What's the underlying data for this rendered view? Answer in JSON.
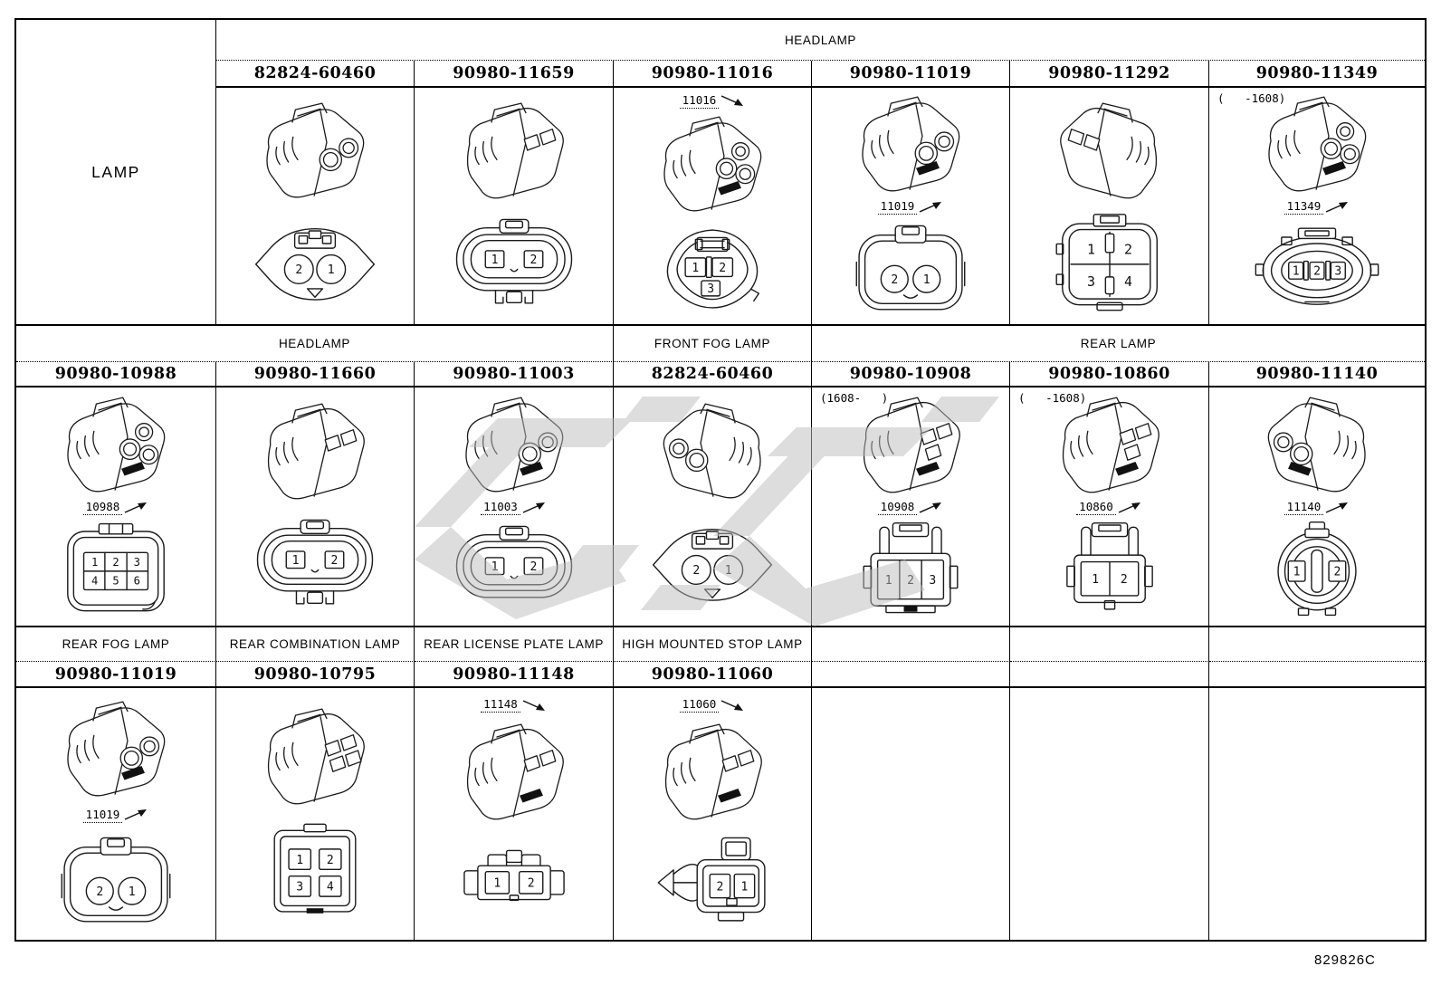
{
  "doc_code": "829826C",
  "row_label": "LAMP",
  "bands": [
    {
      "headers": [
        {
          "label": "HEADLAMP",
          "span": 6
        }
      ],
      "cells": [
        {
          "part": "82824-60460",
          "note": "",
          "callout": "",
          "callout_pos": "",
          "front": {
            "shape": "lemon",
            "pin_shape": "circle",
            "pin_rows": [
              [
                "2",
                "1"
              ]
            ],
            "clip": false
          },
          "iso": {
            "variant": "round",
            "pins": 2,
            "pin_shape": "circle",
            "flip": false,
            "mark": false
          }
        },
        {
          "part": "90980-11659",
          "note": "",
          "callout": "",
          "callout_pos": "",
          "front": {
            "shape": "oval",
            "pin_shape": "rect",
            "pin_rows": [
              [
                "1",
                "2"
              ]
            ],
            "clip": true
          },
          "iso": {
            "variant": "boxy",
            "pins": 2,
            "pin_shape": "rect",
            "flip": false,
            "mark": false
          }
        },
        {
          "part": "90980-11016",
          "note": "",
          "callout": "11016",
          "callout_pos": "above",
          "front": {
            "shape": "teardrop",
            "pin_shape": "rect",
            "pin_rows": [
              [
                "1",
                "2"
              ],
              [
                "3"
              ]
            ],
            "clip": false
          },
          "iso": {
            "variant": "round",
            "pins": 3,
            "pin_shape": "circle",
            "flip": false,
            "mark": true
          }
        },
        {
          "part": "90980-11019",
          "note": "",
          "callout": "11019",
          "callout_pos": "below",
          "front": {
            "shape": "rounded",
            "pin_shape": "circle",
            "pin_rows": [
              [
                "2",
                "1"
              ]
            ],
            "clip": false
          },
          "iso": {
            "variant": "round",
            "pins": 2,
            "pin_shape": "circle",
            "flip": false,
            "mark": true
          }
        },
        {
          "part": "90980-11292",
          "note": "",
          "callout": "",
          "callout_pos": "",
          "front": {
            "shape": "square4",
            "pin_shape": "none",
            "pin_rows": [
              [
                "1",
                "2"
              ],
              [
                "3",
                "4"
              ]
            ],
            "clip": false
          },
          "iso": {
            "variant": "boxy",
            "pins": 2,
            "pin_shape": "rect",
            "flip": true,
            "mark": false
          }
        },
        {
          "part": "90980-11349",
          "note": "(   -1608)",
          "callout": "11349",
          "callout_pos": "below",
          "front": {
            "shape": "oval3",
            "pin_shape": "rect",
            "pin_rows": [
              [
                "1",
                "2",
                "3"
              ]
            ],
            "clip": false
          },
          "iso": {
            "variant": "round",
            "pins": 3,
            "pin_shape": "circle",
            "flip": false,
            "mark": true
          }
        }
      ]
    },
    {
      "headers": [
        {
          "label": "HEADLAMP",
          "span": 3
        },
        {
          "label": "FRONT FOG LAMP",
          "span": 1
        },
        {
          "label": "REAR LAMP",
          "span": 3
        }
      ],
      "cells": [
        {
          "part": "90980-10988",
          "note": "",
          "callout": "10988",
          "callout_pos": "below",
          "front": {
            "shape": "grid6",
            "pin_shape": "none",
            "pin_rows": [
              [
                "1",
                "2",
                "3"
              ],
              [
                "4",
                "5",
                "6"
              ]
            ],
            "clip": false
          },
          "iso": {
            "variant": "round",
            "pins": 3,
            "pin_shape": "circle",
            "flip": false,
            "mark": true
          }
        },
        {
          "part": "90980-11660",
          "note": "",
          "callout": "",
          "callout_pos": "",
          "front": {
            "shape": "oval",
            "pin_shape": "rect",
            "pin_rows": [
              [
                "1",
                "2"
              ]
            ],
            "clip": true
          },
          "iso": {
            "variant": "boxy",
            "pins": 2,
            "pin_shape": "rect",
            "flip": false,
            "mark": false
          }
        },
        {
          "part": "90980-11003",
          "note": "",
          "callout": "11003",
          "callout_pos": "below",
          "front": {
            "shape": "oval",
            "pin_shape": "rect",
            "pin_rows": [
              [
                "1",
                "2"
              ]
            ],
            "clip": false
          },
          "iso": {
            "variant": "round",
            "pins": 2,
            "pin_shape": "circle",
            "flip": false,
            "mark": true
          }
        },
        {
          "part": "82824-60460",
          "note": "",
          "callout": "",
          "callout_pos": "",
          "front": {
            "shape": "lemon",
            "pin_shape": "circle",
            "pin_rows": [
              [
                "2",
                "1"
              ]
            ],
            "clip": false
          },
          "iso": {
            "variant": "round",
            "pins": 2,
            "pin_shape": "circle",
            "flip": true,
            "mark": false
          }
        },
        {
          "part": "90980-10908",
          "note": "(1608-   )",
          "callout": "10908",
          "callout_pos": "below",
          "front": {
            "shape": "rect3",
            "pin_shape": "none",
            "pin_rows": [
              [
                "1",
                "2",
                "3"
              ]
            ],
            "clip": false
          },
          "iso": {
            "variant": "boxy",
            "pins": 3,
            "pin_shape": "rect",
            "flip": false,
            "mark": true
          }
        },
        {
          "part": "90980-10860",
          "note": "(   -1608)",
          "callout": "10860",
          "callout_pos": "below",
          "front": {
            "shape": "rect2",
            "pin_shape": "none",
            "pin_rows": [
              [
                "1",
                "2"
              ]
            ],
            "clip": false
          },
          "iso": {
            "variant": "boxy",
            "pins": 3,
            "pin_shape": "rect",
            "flip": false,
            "mark": true
          }
        },
        {
          "part": "90980-11140",
          "note": "",
          "callout": "11140",
          "callout_pos": "below",
          "front": {
            "shape": "round2",
            "pin_shape": "rect",
            "pin_rows": [
              [
                "1",
                "2"
              ]
            ],
            "clip": false
          },
          "iso": {
            "variant": "round",
            "pins": 2,
            "pin_shape": "circle",
            "flip": true,
            "mark": true
          }
        }
      ]
    },
    {
      "headers": [
        {
          "label": "REAR FOG LAMP",
          "span": 1
        },
        {
          "label": "REAR COMBINATION LAMP",
          "span": 1
        },
        {
          "label": "REAR LICENSE PLATE LAMP",
          "span": 1
        },
        {
          "label": "HIGH MOUNTED STOP LAMP",
          "span": 1
        },
        {
          "label": "",
          "span": 1
        },
        {
          "label": "",
          "span": 1
        },
        {
          "label": "",
          "span": 1
        }
      ],
      "cells": [
        {
          "part": "90980-11019",
          "note": "",
          "callout": "11019",
          "callout_pos": "below",
          "front": {
            "shape": "rounded",
            "pin_shape": "circle",
            "pin_rows": [
              [
                "2",
                "1"
              ]
            ],
            "clip": false
          },
          "iso": {
            "variant": "round",
            "pins": 2,
            "pin_shape": "circle",
            "flip": false,
            "mark": true
          }
        },
        {
          "part": "90980-10795",
          "note": "",
          "callout": "",
          "callout_pos": "",
          "front": {
            "shape": "sq4",
            "pin_shape": "rect",
            "pin_rows": [
              [
                "1",
                "2"
              ],
              [
                "3",
                "4"
              ]
            ],
            "clip": false
          },
          "iso": {
            "variant": "boxy",
            "pins": 4,
            "pin_shape": "rect",
            "flip": false,
            "mark": false
          }
        },
        {
          "part": "90980-11148",
          "note": "",
          "callout": "11148",
          "callout_pos": "above",
          "front": {
            "shape": "rect2sq",
            "pin_shape": "rect",
            "pin_rows": [
              [
                "1",
                "2"
              ]
            ],
            "clip": false
          },
          "iso": {
            "variant": "boxy",
            "pins": 2,
            "pin_shape": "rect",
            "flip": false,
            "mark": true
          }
        },
        {
          "part": "90980-11060",
          "note": "",
          "callout": "11060",
          "callout_pos": "above",
          "front": {
            "shape": "clip2",
            "pin_shape": "rect",
            "pin_rows": [
              [
                "2",
                "1"
              ]
            ],
            "clip": true
          },
          "iso": {
            "variant": "boxy",
            "pins": 2,
            "pin_shape": "rect",
            "flip": false,
            "mark": true
          }
        },
        {},
        {},
        {}
      ]
    }
  ]
}
